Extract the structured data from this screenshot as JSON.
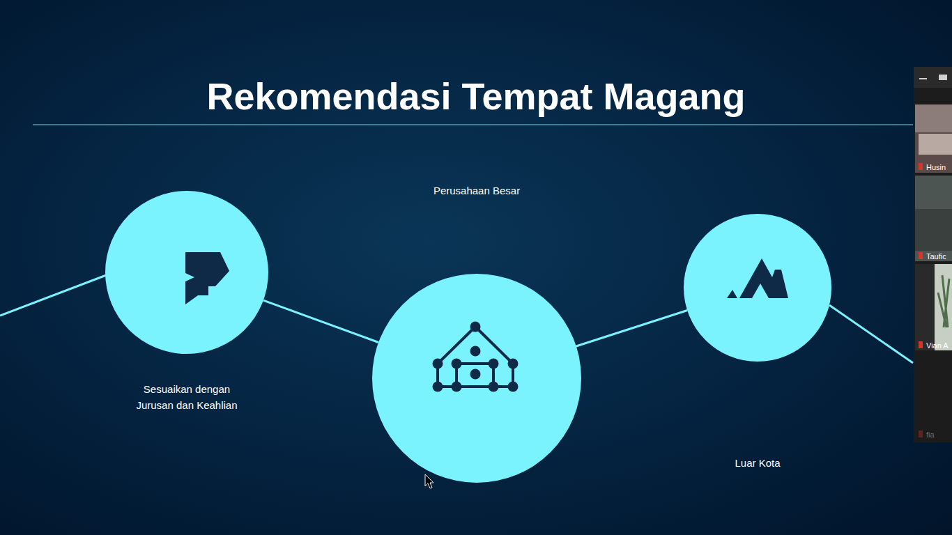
{
  "diagram": {
    "title": "Rekomendasi Tempat Magang",
    "nodes": [
      {
        "text": [
          "Sesuaikan dengan Jurusan dan Keahlian"
        ]
      },
      {
        "text": [
          "Perusahaan Besar"
        ]
      },
      {
        "text": [
          "Luar Kota"
        ]
      }
    ],
    "edges": [
      {
        "from": 0,
        "to": 1,
        "arrow": "none"
      },
      {
        "from": 1,
        "to": 2,
        "arrow": "none"
      }
    ],
    "labels": [
      "Husin",
      "Taufic",
      "Vian A",
      "fia"
    ]
  }
}
